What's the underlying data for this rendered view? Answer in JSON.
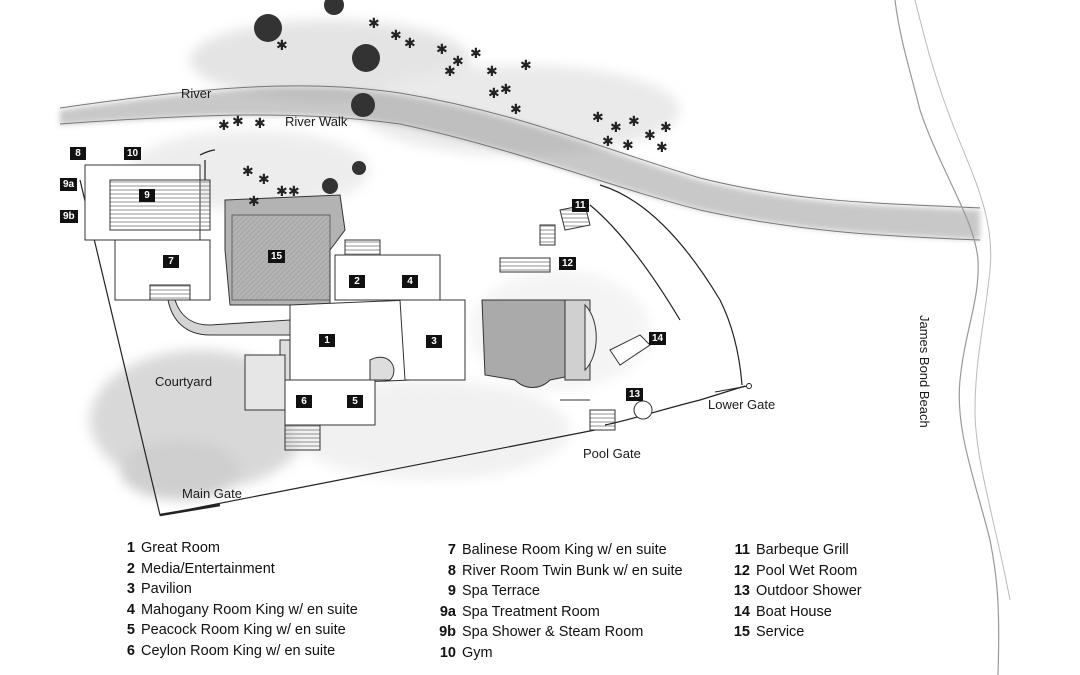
{
  "map_labels": {
    "river": "River",
    "river_walk": "River Walk",
    "courtyard": "Courtyard",
    "main_gate": "Main Gate",
    "pool_gate": "Pool Gate",
    "lower_gate": "Lower Gate",
    "beach": "James Bond Beach"
  },
  "markers": [
    "1",
    "2",
    "3",
    "4",
    "5",
    "6",
    "7",
    "8",
    "9",
    "9a",
    "9b",
    "10",
    "11",
    "12",
    "13",
    "14",
    "15"
  ],
  "legend": [
    {
      "num": "1",
      "label": "Great Room"
    },
    {
      "num": "2",
      "label": "Media/Entertainment"
    },
    {
      "num": "3",
      "label": "Pavilion"
    },
    {
      "num": "4",
      "label": "Mahogany Room King w/ en suite"
    },
    {
      "num": "5",
      "label": "Peacock Room King  w/ en suite"
    },
    {
      "num": "6",
      "label": "Ceylon Room King  w/ en suite"
    },
    {
      "num": "7",
      "label": "Balinese Room King  w/ en suite"
    },
    {
      "num": "8",
      "label": "River Room Twin Bunk w/ en suite"
    },
    {
      "num": "9",
      "label": "Spa Terrace"
    },
    {
      "num": "9a",
      "label": "Spa Treatment Room"
    },
    {
      "num": "9b",
      "label": "Spa Shower & Steam Room"
    },
    {
      "num": "10",
      "label": "Gym"
    },
    {
      "num": "11",
      "label": "Barbeque Grill"
    },
    {
      "num": "12",
      "label": "Pool Wet Room"
    },
    {
      "num": "13",
      "label": "Outdoor Shower"
    },
    {
      "num": "14",
      "label": "Boat House"
    },
    {
      "num": "15",
      "label": "Service"
    }
  ]
}
